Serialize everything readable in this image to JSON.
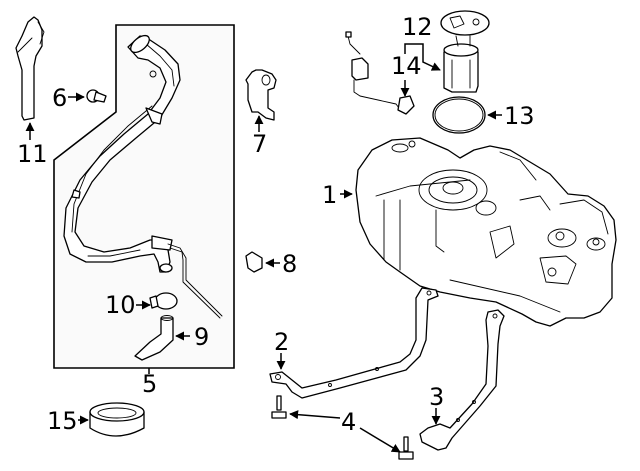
{
  "diagram": {
    "title": "Fuel System Components",
    "group_box_label": "5",
    "callouts": [
      {
        "id": "1",
        "label": "1",
        "part": "fuel-tank"
      },
      {
        "id": "2",
        "label": "2",
        "part": "tank-strap-front"
      },
      {
        "id": "3",
        "label": "3",
        "part": "tank-strap-rear"
      },
      {
        "id": "4",
        "label": "4",
        "part": "strap-bolt"
      },
      {
        "id": "5",
        "label": "5",
        "part": "filler-pipe-assembly"
      },
      {
        "id": "6",
        "label": "6",
        "part": "filler-pipe-screw"
      },
      {
        "id": "7",
        "label": "7",
        "part": "bracket"
      },
      {
        "id": "8",
        "label": "8",
        "part": "clip"
      },
      {
        "id": "9",
        "label": "9",
        "part": "filler-hose"
      },
      {
        "id": "10",
        "label": "10",
        "part": "hose-clamp"
      },
      {
        "id": "11",
        "label": "11",
        "part": "filler-neck-cover"
      },
      {
        "id": "12",
        "label": "12",
        "part": "fuel-pump-module"
      },
      {
        "id": "13",
        "label": "13",
        "part": "pump-seal-ring"
      },
      {
        "id": "14",
        "label": "14",
        "part": "fuel-level-sensor"
      },
      {
        "id": "15",
        "label": "15",
        "part": "lock-ring"
      }
    ]
  }
}
